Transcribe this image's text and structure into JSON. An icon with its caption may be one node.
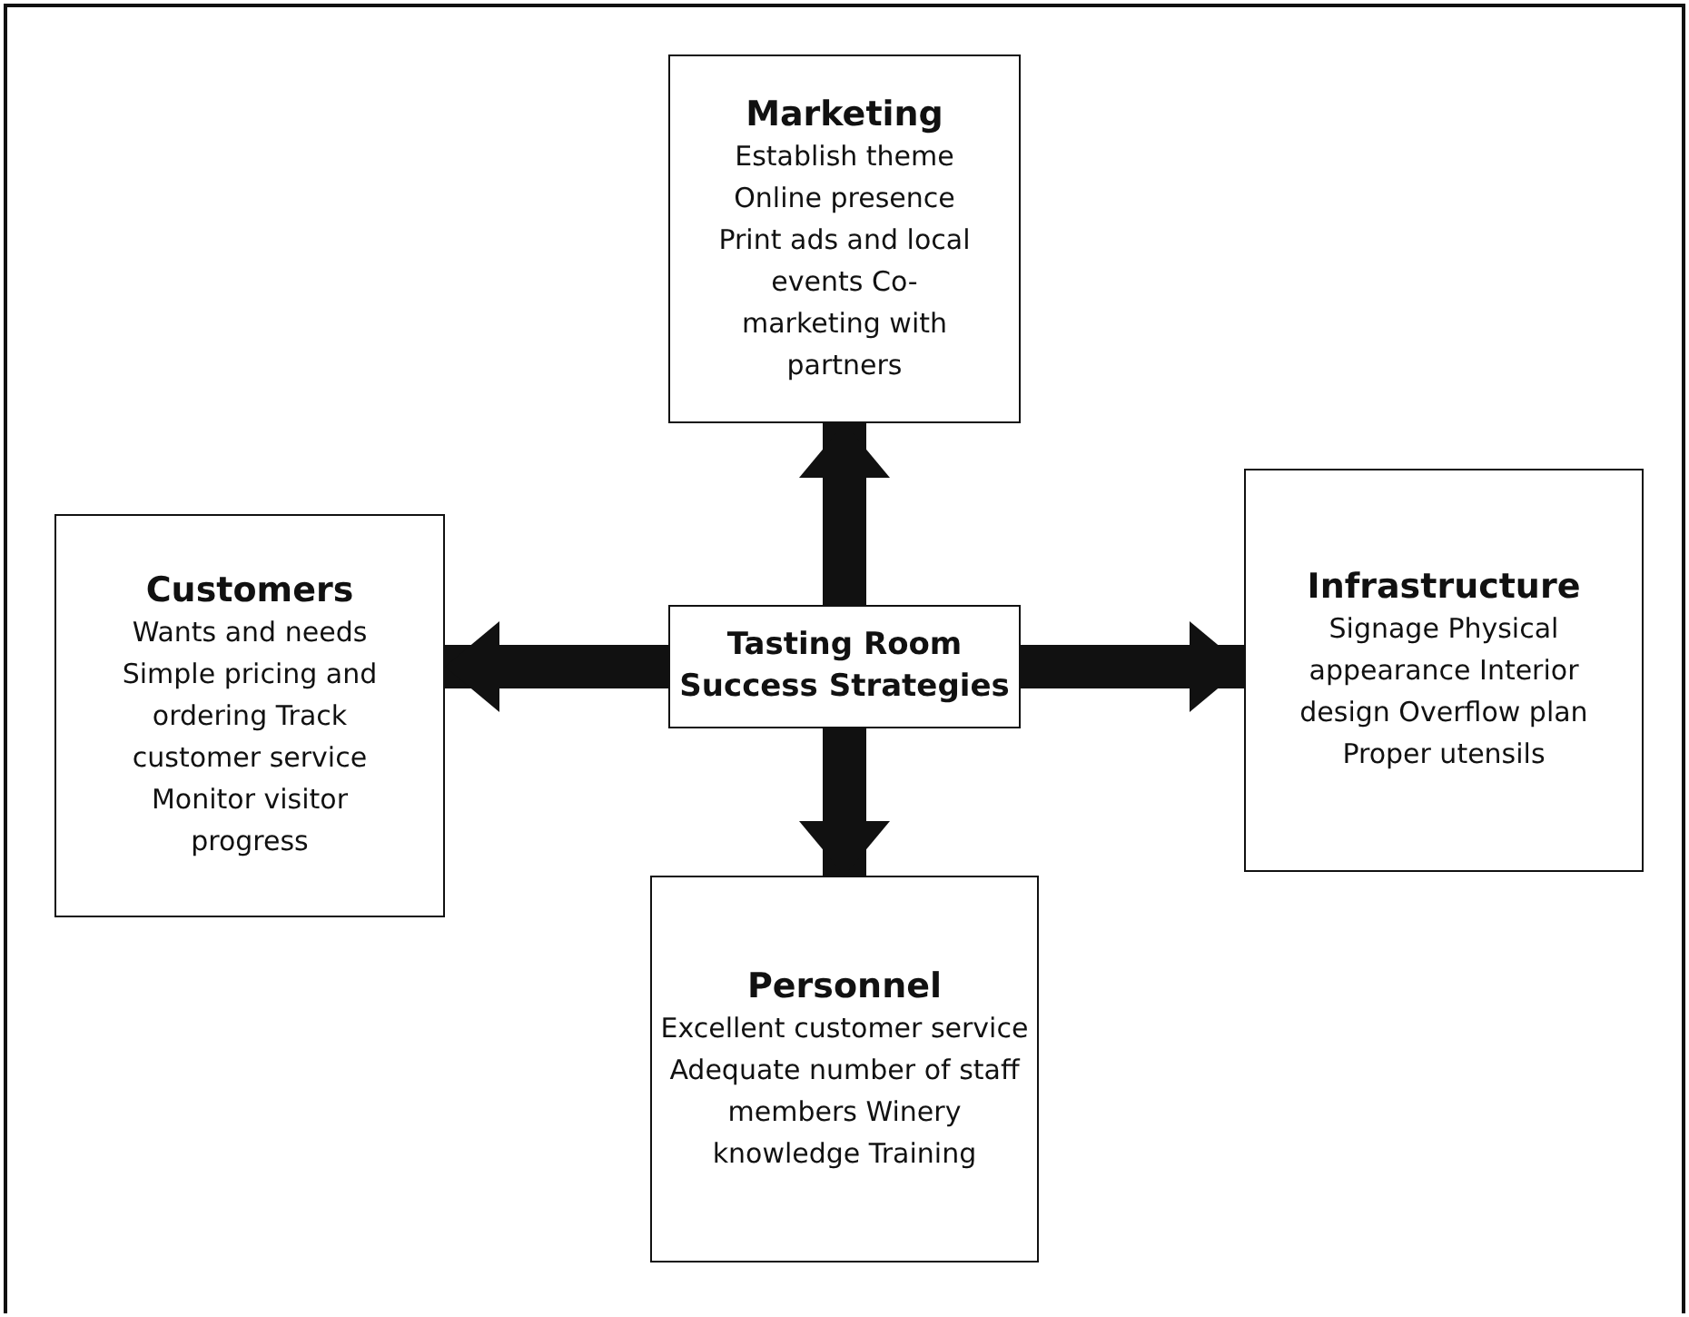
{
  "diagram": {
    "nodes": [
      {
        "text": [
          "Tasting Room Success Strategies"
        ]
      },
      {
        "text": [
          "Marketing",
          "Establish theme Online presence Print ads and local events Co-marketing with partners"
        ]
      },
      {
        "text": [
          "Customers",
          "Wants and needs Simple pricing and ordering Track customer service Monitor visitor progress"
        ]
      },
      {
        "text": [
          "Infrastructure",
          "Signage Physical appearance Interior design Overflow plan Proper utensils"
        ]
      },
      {
        "text": [
          "Personnel",
          "Excellent customer service Adequate number of staff members Winery knowledge Training"
        ]
      }
    ],
    "edges": [
      {
        "from": 0,
        "to": 1,
        "arrow": "to"
      },
      {
        "from": 0,
        "to": 2,
        "arrow": "to"
      },
      {
        "from": 0,
        "to": 3,
        "arrow": "to"
      },
      {
        "from": 0,
        "to": 4,
        "arrow": "to"
      }
    ]
  }
}
